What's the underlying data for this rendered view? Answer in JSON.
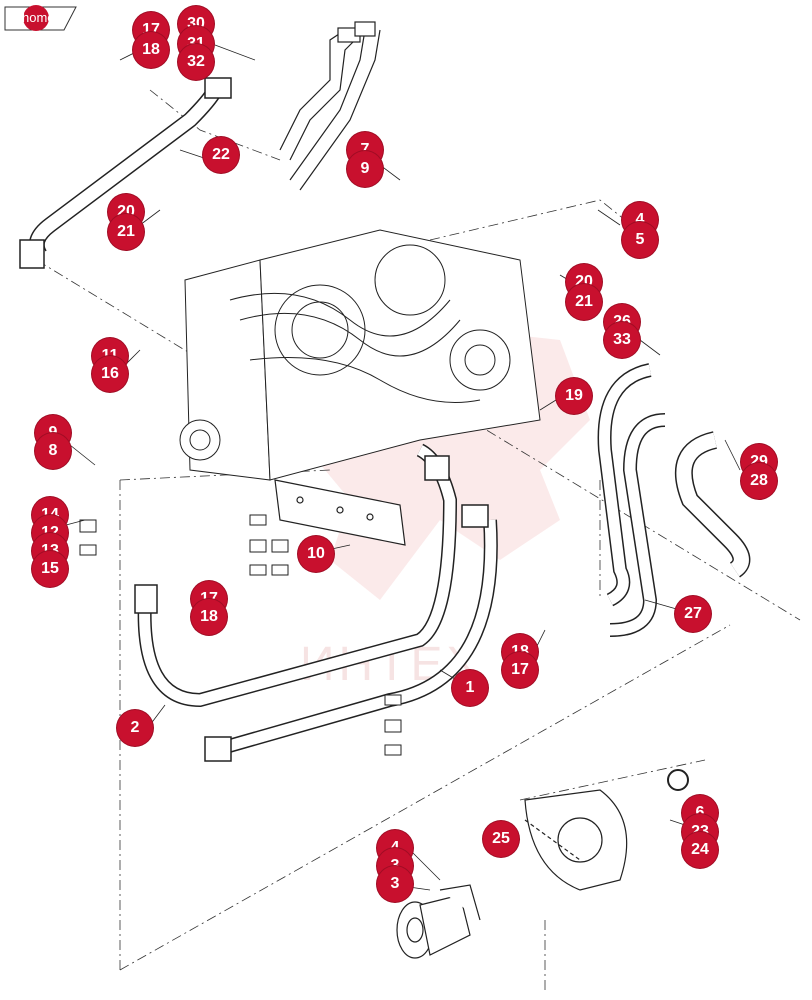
{
  "nav": {
    "home_label": "home"
  },
  "colors": {
    "callout": "#c8102e",
    "lines": "#333333",
    "watermark": "#f3c4c4"
  },
  "watermark": {
    "text": "ИНТЕХ"
  },
  "callouts": [
    {
      "id": "c17a",
      "label": "17"
    },
    {
      "id": "c30",
      "label": "30"
    },
    {
      "id": "c31",
      "label": "31"
    },
    {
      "id": "c18a",
      "label": "18"
    },
    {
      "id": "c32",
      "label": "32"
    },
    {
      "id": "c22",
      "label": "22"
    },
    {
      "id": "c7",
      "label": "7"
    },
    {
      "id": "c9a",
      "label": "9"
    },
    {
      "id": "c20a",
      "label": "20"
    },
    {
      "id": "c21a",
      "label": "21"
    },
    {
      "id": "c4a",
      "label": "4"
    },
    {
      "id": "c5",
      "label": "5"
    },
    {
      "id": "c20b",
      "label": "20"
    },
    {
      "id": "c21b",
      "label": "21"
    },
    {
      "id": "c26",
      "label": "26"
    },
    {
      "id": "c33",
      "label": "33"
    },
    {
      "id": "c11",
      "label": "11"
    },
    {
      "id": "c16",
      "label": "16"
    },
    {
      "id": "c19",
      "label": "19"
    },
    {
      "id": "c9b",
      "label": "9"
    },
    {
      "id": "c8",
      "label": "8"
    },
    {
      "id": "c29",
      "label": "29"
    },
    {
      "id": "c28",
      "label": "28"
    },
    {
      "id": "c14",
      "label": "14"
    },
    {
      "id": "c12",
      "label": "12"
    },
    {
      "id": "c13",
      "label": "13"
    },
    {
      "id": "c15",
      "label": "15"
    },
    {
      "id": "c10",
      "label": "10"
    },
    {
      "id": "c17b",
      "label": "17"
    },
    {
      "id": "c18b",
      "label": "18"
    },
    {
      "id": "c27",
      "label": "27"
    },
    {
      "id": "c18c",
      "label": "18"
    },
    {
      "id": "c17c",
      "label": "17"
    },
    {
      "id": "c1",
      "label": "1"
    },
    {
      "id": "c2",
      "label": "2"
    },
    {
      "id": "c6",
      "label": "6"
    },
    {
      "id": "c25",
      "label": "25"
    },
    {
      "id": "c23",
      "label": "23"
    },
    {
      "id": "c24",
      "label": "24"
    },
    {
      "id": "c4b",
      "label": "4"
    },
    {
      "id": "c3a",
      "label": "3"
    },
    {
      "id": "c3b",
      "label": "3"
    }
  ]
}
